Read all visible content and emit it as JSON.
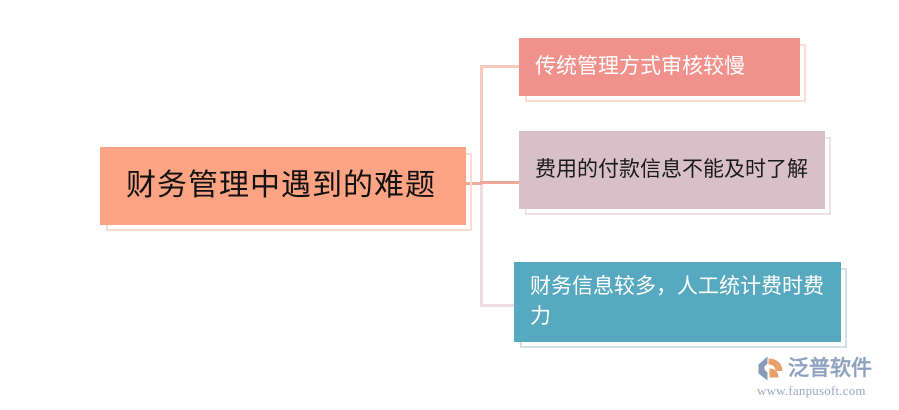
{
  "diagram": {
    "type": "mind-map",
    "root": {
      "label": "财务管理中遇到的难题",
      "color": "#FBA382",
      "text_color": "#111111"
    },
    "branches": [
      {
        "label": "传统管理方式审核较慢",
        "color": "#F1918C",
        "text_color": "#FFFFFF"
      },
      {
        "label": "费用的付款信息不能及时了解",
        "color": "#D9C0C8",
        "text_color": "#1A1A1A"
      },
      {
        "label": "财务信息较多，人工统计费时费力",
        "color": "#56A9BF",
        "text_color": "#FFFFFF"
      }
    ],
    "connector_color": "#F9C3B4"
  },
  "watermark": {
    "brand": "泛普软件",
    "url": "www.fanpusoft.com",
    "brand_color": "#8FA3BE",
    "accent_color": "#E8A06A"
  }
}
